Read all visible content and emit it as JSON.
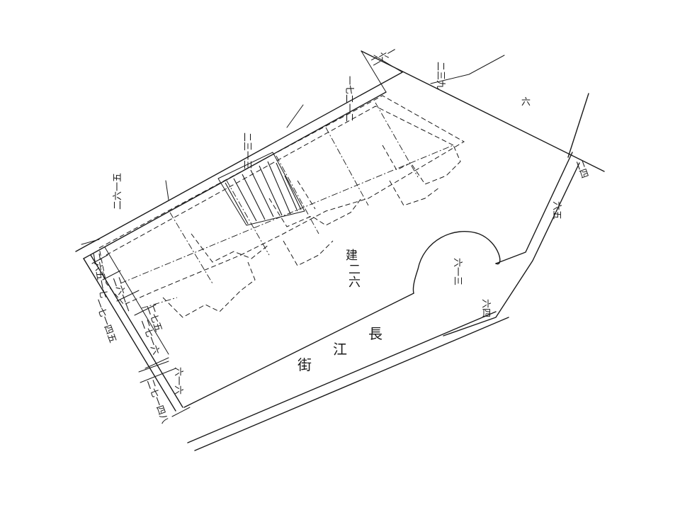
{
  "street": {
    "name_chars": [
      "長",
      "江",
      "街"
    ]
  },
  "building": {
    "label_chars": [
      "建",
      "二",
      "六"
    ]
  },
  "lots": {
    "left_top": "二六一五",
    "left_big": "一七一四五",
    "top_mid": "二三一三",
    "top_right": "一七二一二",
    "top_far": "二三九",
    "right_corner": "六",
    "right_small": "二四",
    "right_side": "六五",
    "circle": "六一三",
    "right_bottom": "六四",
    "west_1": "二六五一七",
    "west_2": "二六一一",
    "west_3": "二七五",
    "west_4": "二七一六",
    "west_5": "六一六",
    "west_6": "二七一四八",
    "top_edge_small": "二六一"
  }
}
